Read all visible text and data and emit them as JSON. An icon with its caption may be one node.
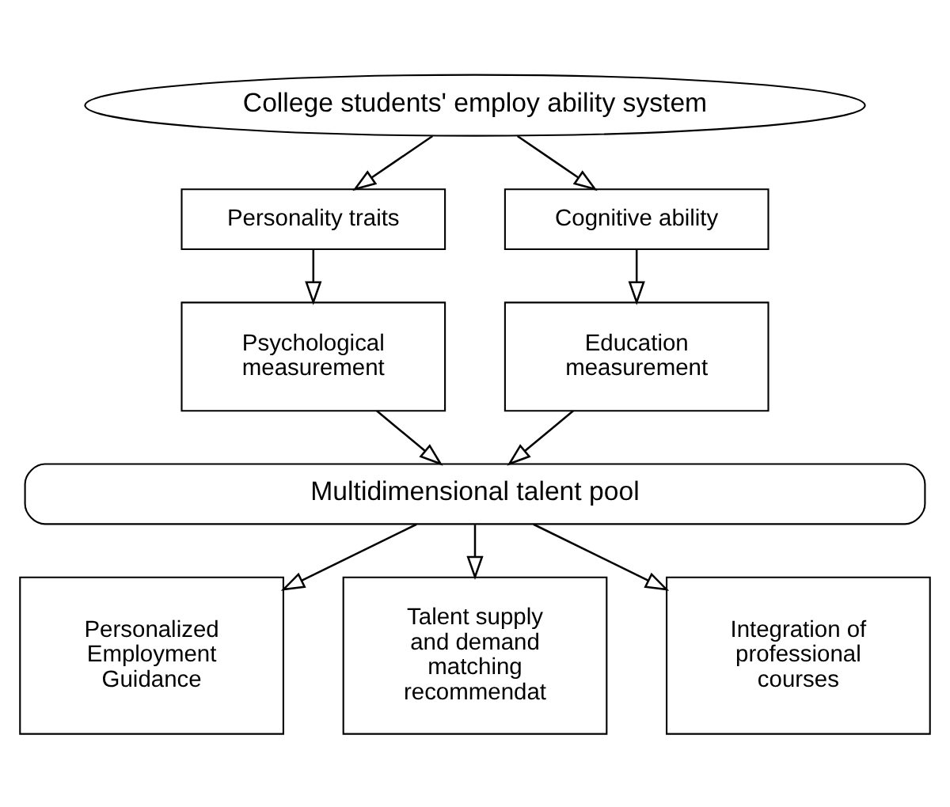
{
  "diagram": {
    "nodes": [
      {
        "text": [
          "College students' employ ability system"
        ]
      },
      {
        "text": [
          "Personality traits"
        ]
      },
      {
        "text": [
          "Cognitive ability"
        ]
      },
      {
        "text": [
          "Psychological measurement"
        ]
      },
      {
        "text": [
          "Education measurement"
        ]
      },
      {
        "text": [
          "Multidimensional talent pool"
        ]
      },
      {
        "text": [
          "Personalized Employment Guidance"
        ]
      },
      {
        "text": [
          "Talent supply and demand matching recommendat"
        ]
      },
      {
        "text": [
          "Integration of professional courses"
        ]
      }
    ],
    "edges": [
      {
        "from": 0,
        "to": 1,
        "arrow": "to"
      },
      {
        "from": 0,
        "to": 2,
        "arrow": "to"
      },
      {
        "from": 1,
        "to": 3,
        "arrow": "to"
      },
      {
        "from": 2,
        "to": 4,
        "arrow": "to"
      },
      {
        "from": 3,
        "to": 5,
        "arrow": "to"
      },
      {
        "from": 4,
        "to": 5,
        "arrow": "to"
      },
      {
        "from": 5,
        "to": 6,
        "arrow": "to"
      },
      {
        "from": 5,
        "to": 7,
        "arrow": "to"
      },
      {
        "from": 5,
        "to": 8,
        "arrow": "to"
      }
    ]
  }
}
